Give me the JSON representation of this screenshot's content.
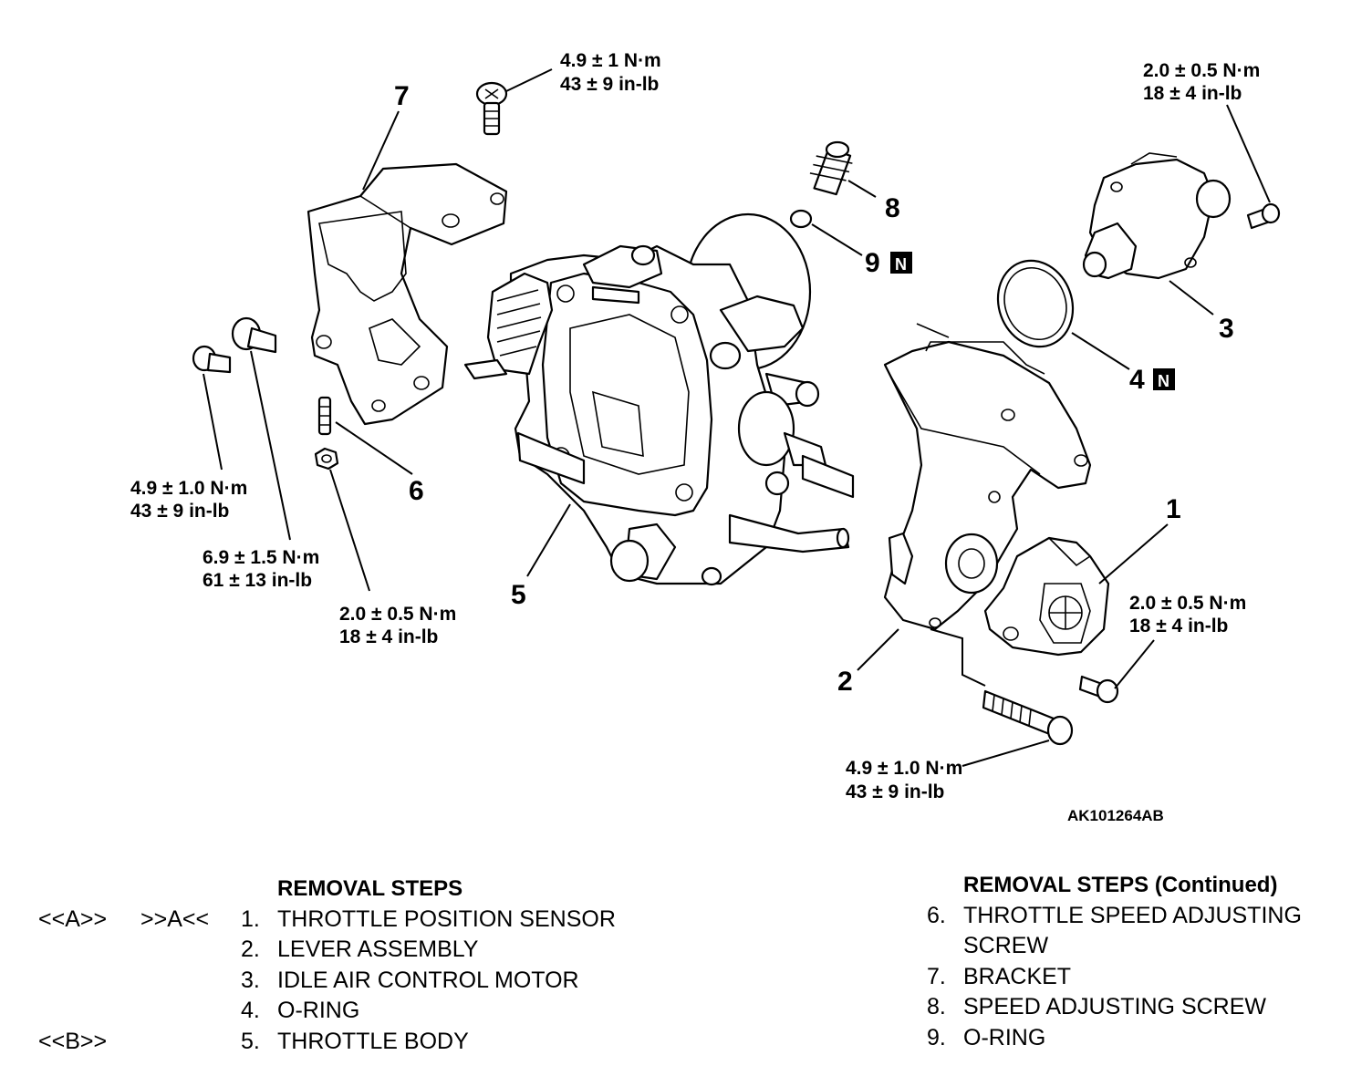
{
  "diagram": {
    "code": "AK101264AB",
    "callouts": {
      "c1": "1",
      "c2": "2",
      "c3": "3",
      "c4": "4",
      "c5": "5",
      "c6": "6",
      "c7": "7",
      "c8": "8",
      "c9": "9"
    },
    "new_part_mark": "N",
    "torques": {
      "top_screw": [
        "4.9 ± 1 N·m",
        "43 ± 9 in-lb"
      ],
      "iac_screw": [
        "2.0 ± 0.5 N·m",
        "18 ± 4 in-lb"
      ],
      "left_bolt": [
        "4.9 ± 1.0 N·m",
        "43 ± 9 in-lb"
      ],
      "bracket_bolt": [
        "6.9 ± 1.5 N·m",
        "61 ± 13 in-lb"
      ],
      "nut": [
        "2.0 ± 0.5 N·m",
        "18 ± 4 in-lb"
      ],
      "tps_screw": [
        "2.0 ± 0.5 N·m",
        "18 ± 4 in-lb"
      ],
      "lever_bolt": [
        "4.9 ± 1.0 N·m",
        "43 ± 9 in-lb"
      ]
    }
  },
  "removal_steps": {
    "heading": "REMOVAL STEPS",
    "items": [
      {
        "ref1": "<<A>>",
        "ref2": ">>A<<",
        "no": "1.",
        "label": "THROTTLE POSITION SENSOR"
      },
      {
        "ref1": "",
        "ref2": "",
        "no": "2.",
        "label": "LEVER ASSEMBLY"
      },
      {
        "ref1": "",
        "ref2": "",
        "no": "3.",
        "label": "IDLE AIR CONTROL MOTOR"
      },
      {
        "ref1": "",
        "ref2": "",
        "no": "4.",
        "label": "O-RING"
      },
      {
        "ref1": "<<B>>",
        "ref2": "",
        "no": "5.",
        "label": "THROTTLE BODY"
      }
    ]
  },
  "removal_steps_continued": {
    "heading": "REMOVAL STEPS (Continued)",
    "items": [
      {
        "no": "6.",
        "label": "THROTTLE SPEED ADJUSTING"
      },
      {
        "no": "",
        "label": "SCREW"
      },
      {
        "no": "7.",
        "label": "BRACKET"
      },
      {
        "no": "8.",
        "label": "SPEED ADJUSTING SCREW"
      },
      {
        "no": "9.",
        "label": "O-RING"
      }
    ]
  }
}
